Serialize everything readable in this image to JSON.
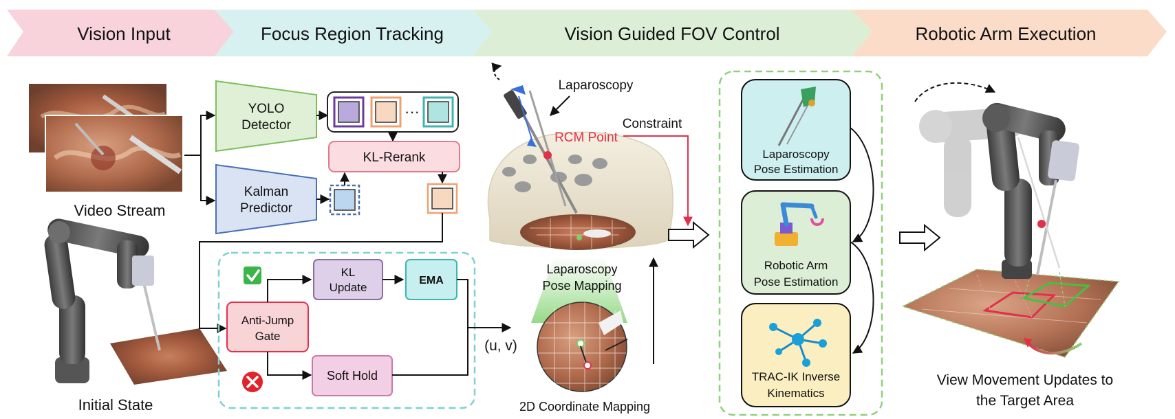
{
  "stages": [
    {
      "label": "Vision Input",
      "color": "#f8d3dc"
    },
    {
      "label": "Focus Region Tracking",
      "color": "#d7f0f0"
    },
    {
      "label": "Vision Guided FOV Control",
      "color": "#dcefd6"
    },
    {
      "label": "Robotic Arm Execution",
      "color": "#fbdcc8"
    }
  ],
  "vision_input": {
    "video_label": "Video Stream",
    "initial_label": "Initial State"
  },
  "tracking": {
    "yolo": "YOLO Detector",
    "kalman": "Kalman Predictor",
    "ellipsis": "···",
    "rerank": "KL-Rerank",
    "gate": "Anti-Jump Gate",
    "kl_update": "KL Update",
    "ema": "EMA",
    "soft_hold": "Soft Hold",
    "output": "(u, v)"
  },
  "fov": {
    "laparoscopy": "Laparoscopy",
    "constraint": "Constraint",
    "rcm": "RCM Point",
    "pose_mapping": "Laparoscopy Pose Mapping",
    "coord_mapping": "2D Coordinate Mapping"
  },
  "estimation": {
    "lap_pose": "Laparoscopy Pose Estimation",
    "arm_pose": "Robotic Arm Pose Estimation",
    "ik": "TRAC-IK Inverse Kinematics"
  },
  "execution": {
    "caption": "View Movement Updates to the Target Area"
  },
  "colors": {
    "green": "#7cbf5a",
    "blue": "#4a6fb5",
    "red": "#e0304a",
    "teal": "#7fd0d0"
  }
}
